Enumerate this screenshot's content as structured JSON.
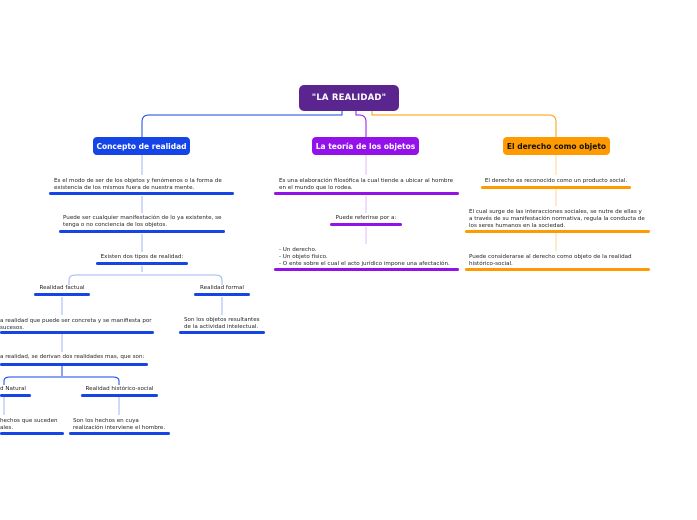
{
  "root": {
    "label": "\"LA REALIDAD\""
  },
  "colors": {
    "root": "#5b2590",
    "blue": "#1545e6",
    "purple": "#9412ea",
    "orange": "#ff9a00"
  },
  "branch1": {
    "title": "Concepto de realidad",
    "n1": [
      "Es el modo de ser de los objetos y fenómenos o la forma de",
      "existencia de los mismos fuera de nuestra mente."
    ],
    "n2": [
      "Puede ser cualquier manifestación de lo ya existente, se",
      "tenga o no conciencia de los objetos."
    ],
    "n3": "Existen dos tipos de realidad:",
    "factual": "Realidad factual",
    "formal": "Realidad formal",
    "factual_desc": [
      "a realidad que puede ser concreta y se manifiesta por",
      "sucesos."
    ],
    "formal_desc": [
      "Son los objetos resultantes",
      "de la actividad intelectual."
    ],
    "derive": "a realidad, se derivan dos realidades mas, que son:",
    "natural": "d Natural",
    "historic": "Realidad histórico-social",
    "natural_desc": [
      "hechos que suceden",
      "ales."
    ],
    "historic_desc": [
      "Son los hechos en cuya",
      "realización interviene el hombre."
    ]
  },
  "branch2": {
    "title": "La teoría de los objetos",
    "n1": [
      "Es una elaboración filosófica la cual tiende a ubicar al hombre",
      "en el mundo que lo rodea."
    ],
    "n2": "Puede referirse por a:",
    "n3": [
      "- Un derecho.",
      "- Un objeto físico.",
      "- O ente sobre el cual el acto jurídico impone una afectación."
    ]
  },
  "branch3": {
    "title": "El derecho como objeto",
    "n1": "El derecho es reconocido como un producto social.",
    "n2": [
      "El cual surge de las interacciones sociales, se nutre de ellas y",
      "a través de su manifestación normativa, regula la conducta de",
      "los seres humanos en la sociedad."
    ],
    "n3": [
      "Puede considerarse al derecho como objeto de la realidad",
      "histórico-social."
    ]
  }
}
